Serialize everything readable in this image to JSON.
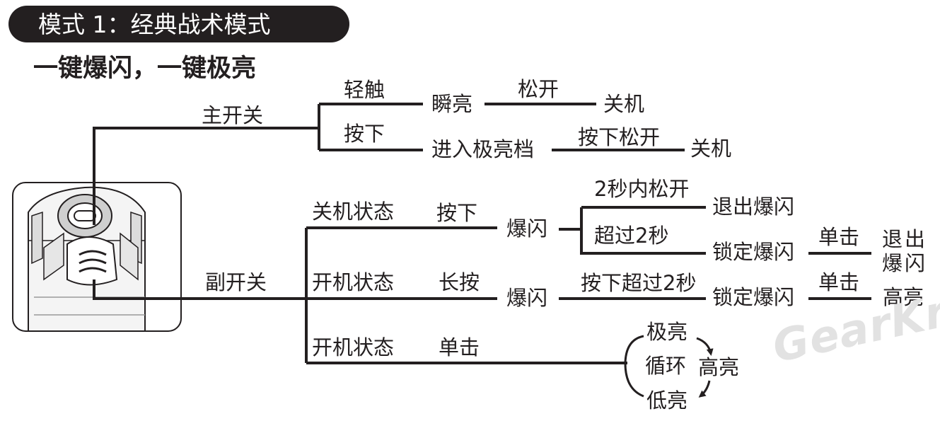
{
  "title": "模式 1：经典战术模式",
  "subtitle": "一键爆闪，一键极亮",
  "main_switch": {
    "label": "主开关",
    "tap": {
      "action": "轻触",
      "result": "瞬亮",
      "release": "松开",
      "end": "关机"
    },
    "press": {
      "action": "按下",
      "result": "进入极亮档",
      "release": "按下松开",
      "end": "关机"
    }
  },
  "tail_switch": {
    "label": "副开关",
    "off_state": {
      "state": "关机状态",
      "action": "按下",
      "result": "爆闪",
      "branch_release": {
        "condition": "2秒内松开",
        "outcome": "退出爆闪"
      },
      "branch_hold": {
        "condition": "超过2秒",
        "outcome": "锁定爆闪",
        "click": "单击",
        "final": "退出爆闪"
      }
    },
    "on_state_long": {
      "state": "开机状态",
      "action": "长按",
      "result": "爆闪",
      "condition": "按下超过2秒",
      "outcome": "锁定爆闪",
      "click": "单击",
      "final": "高亮"
    },
    "on_state_click": {
      "state": "开机状态",
      "action": "单击",
      "cycle": {
        "label": "循环",
        "items": [
          "极亮",
          "高亮",
          "低亮"
        ]
      }
    }
  },
  "watermark": "GearKr",
  "colors": {
    "ink": "#231f20",
    "background": "#ffffff",
    "watermark": "#e2e2e2"
  }
}
